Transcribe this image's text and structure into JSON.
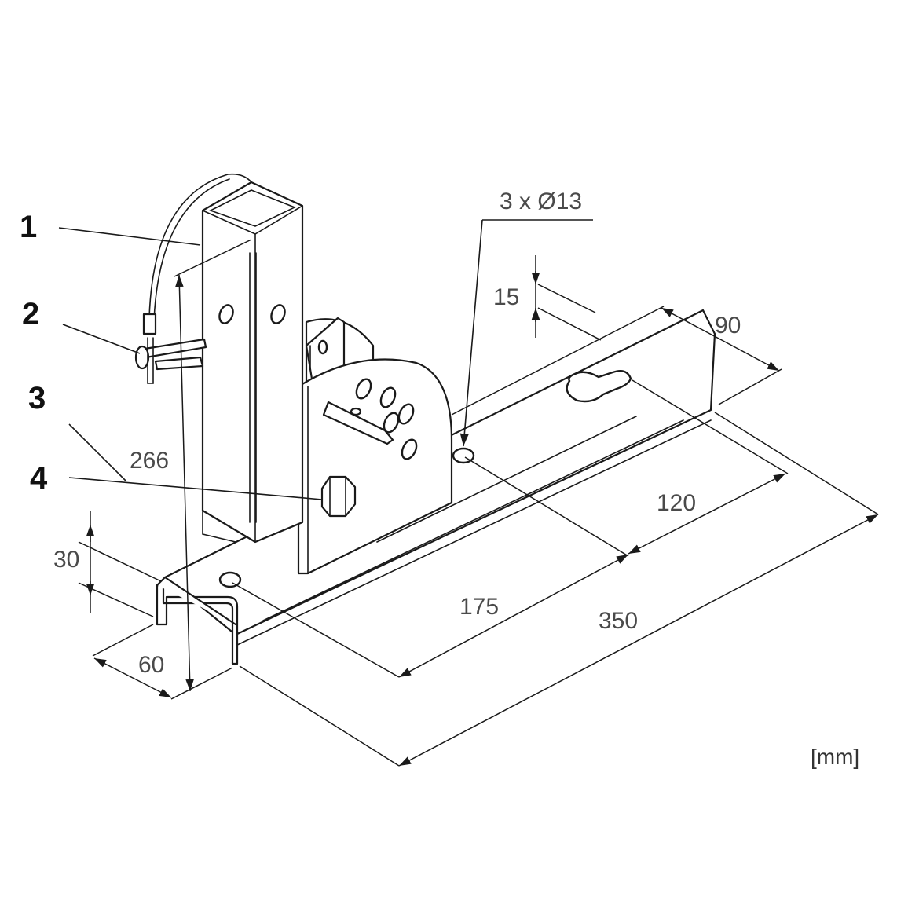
{
  "callouts": [
    "1",
    "2",
    "3",
    "4"
  ],
  "dimensions": {
    "height": "266",
    "flange_height": "30",
    "flange_width": "60",
    "offset": "15",
    "plate_width": "90",
    "hole_spacing_short": "120",
    "hole_spacing_long": "175",
    "total_length": "350",
    "holes": "3 x Ø13"
  },
  "unit_label": "[mm]"
}
